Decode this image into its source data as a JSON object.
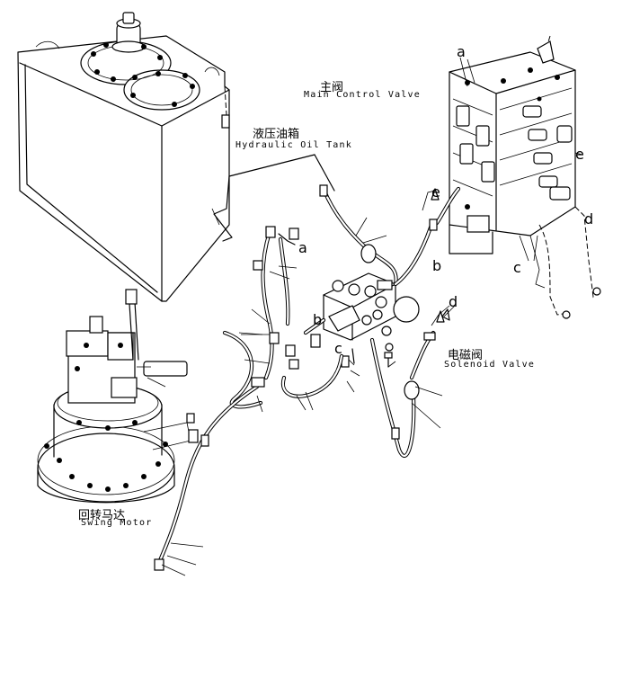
{
  "components": {
    "main_valve": {
      "label_cn": "主阀",
      "label_en": "Main Control Valve"
    },
    "hydraulic_tank": {
      "label_cn": "液压油箱",
      "label_en": "Hydraulic Oil Tank"
    },
    "solenoid_valve": {
      "label_cn": "电磁阀",
      "label_en": "Solenoid Valve"
    },
    "swing_motor": {
      "label_cn": "回转马达",
      "label_en": "Swing Motor"
    }
  },
  "connection_refs": {
    "a": "a",
    "b": "b",
    "c": "c",
    "d": "d",
    "e": "e"
  }
}
